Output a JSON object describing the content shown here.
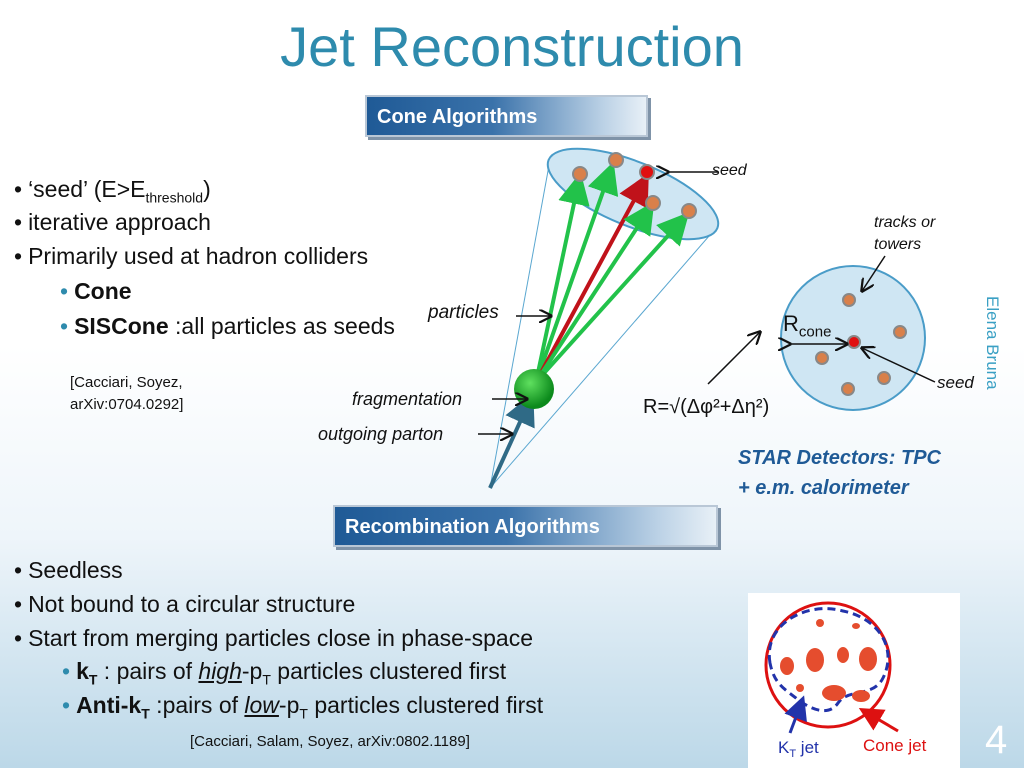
{
  "title": "Jet Reconstruction",
  "cone_banner": "Cone Algorithms",
  "recomb_banner": "Recombination Algorithms",
  "cone_bullets": {
    "b1_pre": "‘seed’ (E>E",
    "b1_sub": "threshold",
    "b1_post": ")",
    "b2": "iterative approach",
    "b3": "Primarily used at hadron colliders",
    "s1": "Cone",
    "s2_bold": "SISCone",
    "s2_rest": " :all particles as seeds"
  },
  "cone_ref": [
    "[Cacciari, Soyez,",
    "arXiv:0704.0292]"
  ],
  "diagram_labels": {
    "seed_top": "seed",
    "particles": "particles",
    "fragmentation": "fragmentation",
    "outgoing_parton": "outgoing parton",
    "tracks_line1": "tracks or",
    "tracks_line2": "towers",
    "r_main": "R",
    "r_sub": "cone",
    "seed_right": "seed",
    "formula": "R=√(Δφ²+Δη²)"
  },
  "star_text": [
    "STAR Detectors: TPC",
    "+ e.m. calorimeter"
  ],
  "author": "Elena Bruna",
  "recomb_bullets": {
    "b1": "Seedless",
    "b2": "Not bound to a circular structure",
    "b3": "Start from merging particles close in phase-space",
    "s1_bold": "k",
    "s1_bold_sub": "T",
    "s1_mid": " : pairs of ",
    "s1_underline": "high",
    "s1_after": "-p",
    "s1_sub": "T",
    "s1_end": " particles clustered first",
    "s2_bold": "Anti-k",
    "s2_bold_sub": "T",
    "s2_mid": " :pairs of ",
    "s2_underline": "low",
    "s2_after": "-p",
    "s2_sub": "T",
    "s2_end": " particles clustered first"
  },
  "recomb_ref": "[Cacciari, Salam, Soyez, arXiv:0802.1189]",
  "jet_image": {
    "kt_label": "K",
    "kt_sub": "T",
    "kt_rest": " jet",
    "cone_label": "Cone jet"
  },
  "page_number": "4",
  "colors": {
    "title": "#2e8bad",
    "banner": "#1f5a96",
    "green_arrow": "#22c24a",
    "red_arrow": "#c0121a",
    "parton_arrow": "#2f6a86",
    "cone_fill": "#cfe6f3",
    "particle": "#d9804a"
  }
}
